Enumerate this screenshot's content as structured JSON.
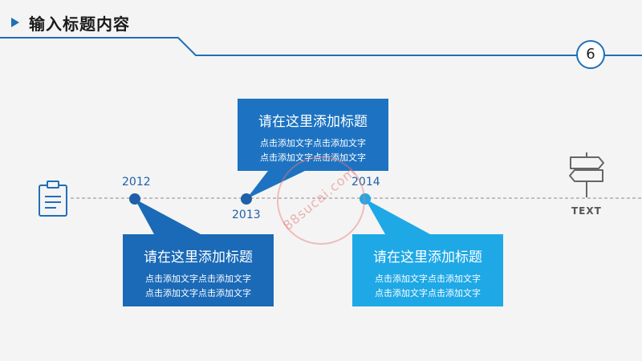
{
  "header": {
    "title": "输入标题内容"
  },
  "page": {
    "number": "6"
  },
  "timeline": {
    "years": [
      "2012",
      "2013",
      "2014"
    ],
    "cards": [
      {
        "title": "请在这里添加标题",
        "lines": [
          "点击添加文字点击添加文字",
          "点击添加文字点击添加文字"
        ]
      },
      {
        "title": "请在这里添加标题",
        "lines": [
          "点击添加文字点击添加文字",
          "点击添加文字点击添加文字"
        ]
      },
      {
        "title": "请在这里添加标题",
        "lines": [
          "点击添加文字点击添加文字",
          "点击添加文字点击添加文字"
        ]
      }
    ],
    "end_label": "TEXT"
  },
  "watermark": {
    "text": "88sucai.com"
  },
  "colors": {
    "accent": "#1f6fb8",
    "card_dark": "#1a6ab7",
    "card_mid": "#1d73c1",
    "card_light": "#1ea8e6",
    "line_gray": "#8a8a8a",
    "background": "#f4f4f4"
  },
  "icons": {
    "left": "clipboard-icon",
    "right": "signpost-icon",
    "header": "play-arrow-icon"
  }
}
